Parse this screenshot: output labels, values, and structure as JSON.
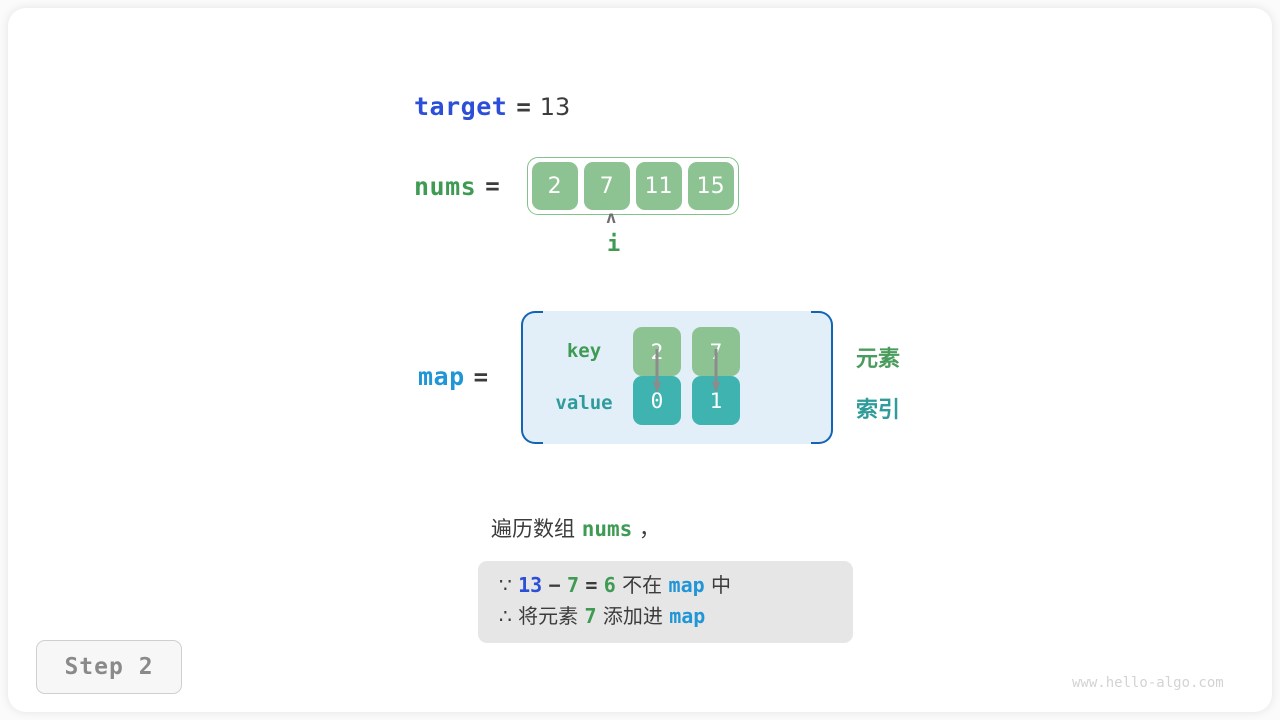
{
  "diagram": {
    "title_watermark": "www.hello-algo.com",
    "step_badge": "Step 2",
    "target": {
      "label": "target",
      "equals": "=",
      "value": "13"
    },
    "nums": {
      "label": "nums",
      "equals": "=",
      "cells": [
        "2",
        "7",
        "11",
        "15"
      ],
      "pointer_caret": "ʌ",
      "pointer_label": "i",
      "pointer_index": 1
    },
    "map": {
      "label": "map",
      "equals": "=",
      "row_labels": {
        "key": "key",
        "value": "value"
      },
      "entries": [
        {
          "key": "2",
          "value": "0"
        },
        {
          "key": "7",
          "value": "1"
        }
      ],
      "side_labels": {
        "element": "元素",
        "index": "索引"
      }
    },
    "caption": {
      "prefix": "遍历数组 ",
      "code": "nums",
      "suffix": " ，"
    },
    "note": {
      "line1": {
        "symbol": "∵",
        "a": "13",
        "minus": "−",
        "b": "7",
        "eq": "=",
        "c": "6",
        "mid": " 不在 ",
        "map": "map",
        "tail": " 中"
      },
      "line2": {
        "symbol": "∴",
        "pre": " 将元素 ",
        "num": "7",
        "mid": " 添加进 ",
        "map": "map"
      }
    }
  },
  "colors": {
    "blue_var": "#2b4fd8",
    "green_var": "#3f9a54",
    "map_blue": "#2196d6",
    "cell_green": "#8dc392",
    "cell_teal": "#3fb3b0",
    "map_bg": "#e2eff9",
    "map_border": "#1464b4",
    "note_bg": "#e6e6e6",
    "text": "#3c3c3c"
  }
}
